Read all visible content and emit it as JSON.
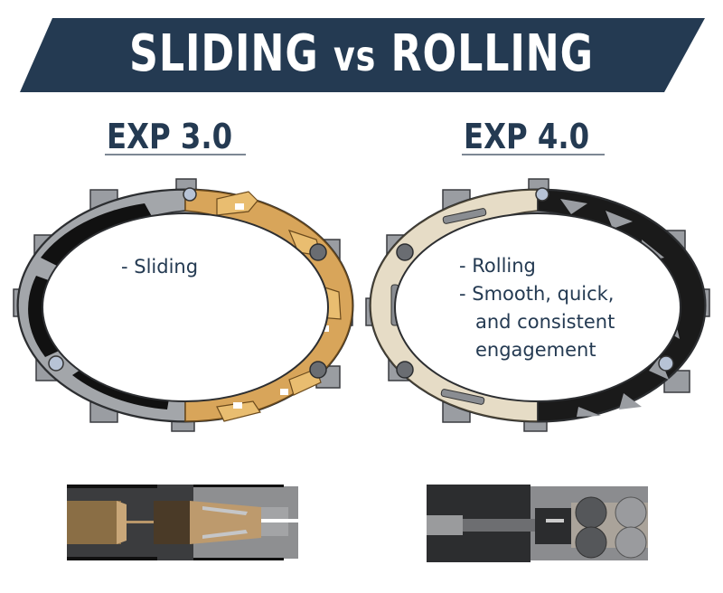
{
  "header": {
    "title_left": "SLIDING",
    "title_vs": "vs",
    "title_right": "ROLLING",
    "banner_color": "#243a52",
    "text_color": "#ffffff"
  },
  "columns": [
    {
      "label": "EXP 3.0",
      "notes": [
        "-  Sliding"
      ],
      "accent_color": "#d9a75a",
      "detail": "sliding-pawl-cross-section"
    },
    {
      "label": "EXP 4.0",
      "notes": [
        "- Rolling",
        "-  Smooth, quick,",
        "and consistent",
        "engagement"
      ],
      "accent_color": "#e6dcc6",
      "detail": "rolling-bearing-cross-section"
    }
  ]
}
